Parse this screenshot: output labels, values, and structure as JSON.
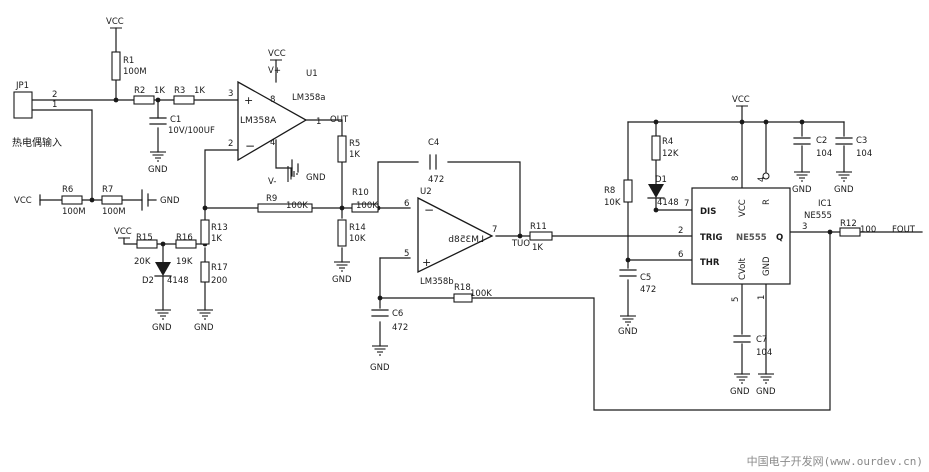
{
  "title": "",
  "power": {
    "vcc": "VCC",
    "gnd": "GND",
    "vplus": "V+",
    "vminus": "V-"
  },
  "connector": {
    "ref": "JP1",
    "pin2": "2",
    "pin1": "1",
    "caption": "热电偶输入"
  },
  "u1": {
    "ref": "U1",
    "part": "LM358a",
    "body": "LM358A",
    "out": "OUT",
    "pins": {
      "p1": "1",
      "p2": "2",
      "p3": "3",
      "p4": "4",
      "p8": "8"
    }
  },
  "u2": {
    "ref": "U2",
    "part": "LM358b",
    "body": "LM358b",
    "out": "OUT",
    "pins": {
      "p5": "5",
      "p6": "6",
      "p7": "7"
    }
  },
  "ic1": {
    "ref": "IC1",
    "part": "NE555",
    "body": "NE555",
    "pins": {
      "dis": "DIS",
      "trig": "TRIG",
      "thr": "THR",
      "vcc": "VCC",
      "r": "R",
      "cvolt": "CVolt",
      "gnd": "GND",
      "q": "Q"
    },
    "nums": {
      "n2": "2",
      "n3": "3",
      "n4": "4",
      "n5": "5",
      "n6": "6",
      "n7": "7",
      "n8": "8",
      "n1": "1"
    }
  },
  "resistors": {
    "r1": {
      "ref": "R1",
      "value": "100M"
    },
    "r2": {
      "ref": "R2",
      "value": "1K"
    },
    "r3": {
      "ref": "R3",
      "value": "1K"
    },
    "r4": {
      "ref": "R4",
      "value": "12K"
    },
    "r5": {
      "ref": "R5",
      "value": "1K"
    },
    "r6": {
      "ref": "R6",
      "value": "100M"
    },
    "r7": {
      "ref": "R7",
      "value": "100M"
    },
    "r8": {
      "ref": "R8",
      "value": "10K"
    },
    "r9": {
      "ref": "R9",
      "value": "100K"
    },
    "r10": {
      "ref": "R10",
      "value": "100K"
    },
    "r11": {
      "ref": "R11",
      "value": "1K"
    },
    "r12": {
      "ref": "R12",
      "value": "100"
    },
    "r13": {
      "ref": "R13",
      "value": "1K"
    },
    "r14": {
      "ref": "R14",
      "value": "10K"
    },
    "r15": {
      "ref": "R15",
      "value": "20K"
    },
    "r16": {
      "ref": "R16",
      "value": "19K"
    },
    "r17": {
      "ref": "R17",
      "value": "200"
    },
    "r18": {
      "ref": "R18",
      "value": "100K"
    }
  },
  "capacitors": {
    "c1": {
      "ref": "C1",
      "value": "10V/100UF"
    },
    "c2": {
      "ref": "C2",
      "value": "104"
    },
    "c3": {
      "ref": "C3",
      "value": "104"
    },
    "c4": {
      "ref": "C4",
      "value": "472"
    },
    "c5": {
      "ref": "C5",
      "value": "472"
    },
    "c6": {
      "ref": "C6",
      "value": "472"
    },
    "c7": {
      "ref": "C7",
      "value": "104"
    }
  },
  "diodes": {
    "d1": {
      "ref": "D1",
      "value": "4148"
    },
    "d2": {
      "ref": "D2",
      "value": "4148"
    }
  },
  "output_label": "FOUT",
  "watermark": "中国电子开发网(www.ourdev.cn)"
}
